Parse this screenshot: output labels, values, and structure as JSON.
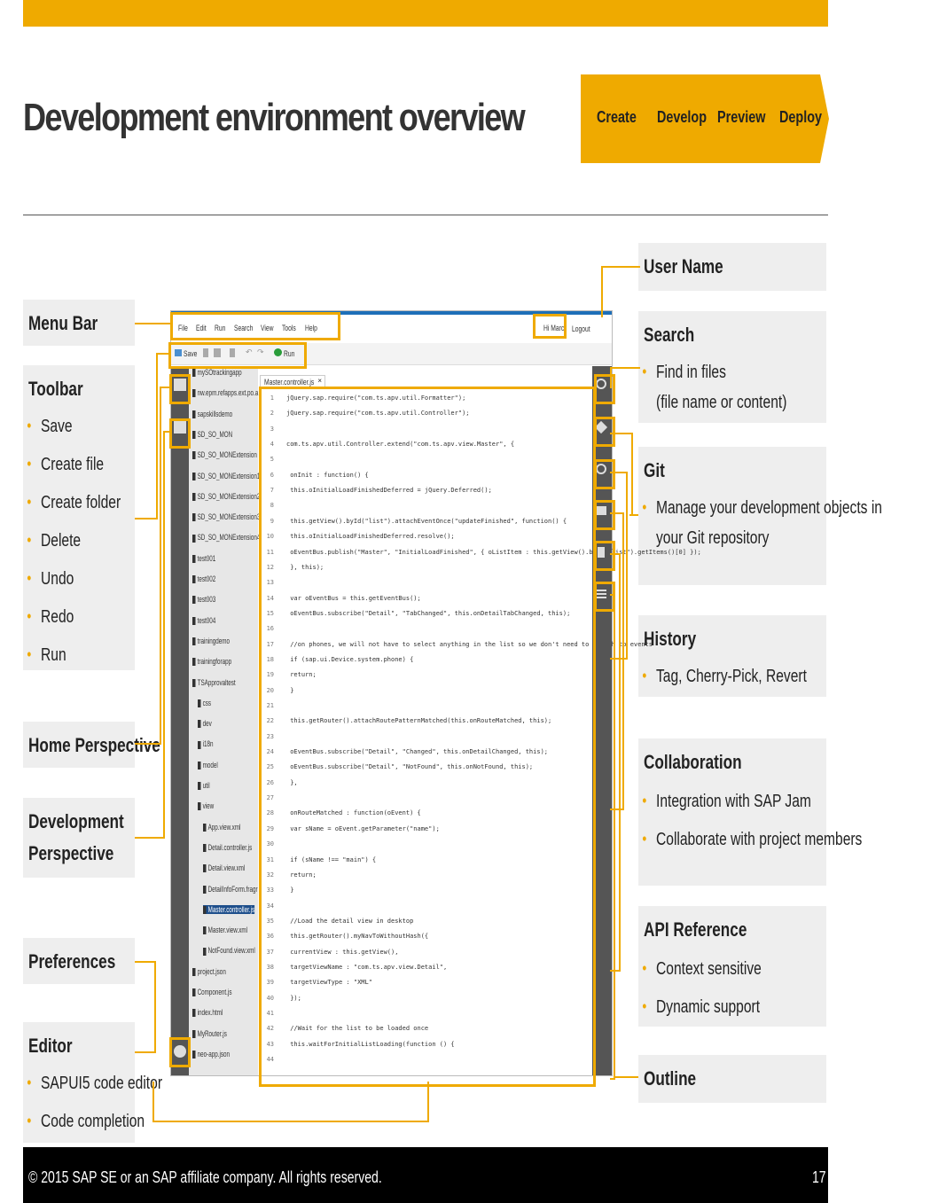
{
  "title": "Development environment overview",
  "steps": [
    "Create",
    "Develop",
    "Preview",
    "Deploy"
  ],
  "left_boxes": {
    "menu_bar": {
      "title": "Menu Bar"
    },
    "toolbar": {
      "title": "Toolbar",
      "items": [
        "Save",
        "Create file",
        "Create folder",
        "Delete",
        "Undo",
        "Redo",
        "Run"
      ]
    },
    "home_perspective": {
      "title": "Home Perspective"
    },
    "development_perspective": {
      "title_line1": "Development",
      "title_line2": "Perspective"
    },
    "preferences": {
      "title": "Preferences"
    },
    "editor": {
      "title": "Editor",
      "items": [
        "SAPUI5 code editor",
        "Code completion"
      ]
    }
  },
  "right_boxes": {
    "user_name": {
      "title": "User Name"
    },
    "search": {
      "title": "Search",
      "items": [
        "Find in files",
        "(file name or content)"
      ]
    },
    "git": {
      "title": "Git",
      "items": [
        "Manage your development objects in",
        "your Git repository"
      ]
    },
    "history": {
      "title": "History",
      "items": [
        "Tag, Cherry-Pick, Revert"
      ]
    },
    "collaboration": {
      "title": "Collaboration",
      "items": [
        "Integration with SAP Jam",
        "Collaborate with project members"
      ]
    },
    "api_reference": {
      "title": "API Reference",
      "items": [
        "Context sensitive",
        "Dynamic support"
      ]
    },
    "outline": {
      "title": "Outline"
    }
  },
  "ide": {
    "menu": [
      "File",
      "Edit",
      "Run",
      "Search",
      "View",
      "Tools",
      "Help"
    ],
    "user_greeting": "Hi Marc!",
    "logout": "Logout",
    "toolbar_save": "Save",
    "toolbar_run": "Run",
    "editor_tab": "Master.controller.js",
    "tree": [
      "mySOtrackingapp",
      "nw.epm.refapps.ext.po.a",
      "sapskillsdemo",
      "SD_SO_MON",
      "SD_SO_MONExtension",
      "SD_SO_MONExtension1",
      "SD_SO_MONExtension2",
      "SD_SO_MONExtension3",
      "SD_SO_MONExtension4",
      "test001",
      "test002",
      "test003",
      "test004",
      "trainingdemo",
      "trainingforapp",
      "TSApprovaltest",
      "css",
      "dev",
      "i18n",
      "model",
      "util",
      "view",
      "App.view.xml",
      "Detail.controller.js",
      "Detail.view.xml",
      "DetailInfoForm.fragr",
      "Master.controller.js",
      "Master.view.xml",
      "NotFound.view.xml",
      "project.json",
      "Component.js",
      "index.html",
      "MyRouter.js",
      "neo-app.json"
    ],
    "code": [
      "jQuery.sap.require(\"com.ts.apv.util.Formatter\");",
      "jQuery.sap.require(\"com.ts.apv.util.Controller\");",
      "",
      "com.ts.apv.util.Controller.extend(\"com.ts.apv.view.Master\", {",
      "",
      "  onInit : function() {",
      "    this.oInitialLoadFinishedDeferred = jQuery.Deferred();",
      "",
      "    this.getView().byId(\"list\").attachEventOnce(\"updateFinished\", function() {",
      "      this.oInitialLoadFinishedDeferred.resolve();",
      "      oEventBus.publish(\"Master\", \"InitialLoadFinished\", { oListItem : this.getView().byId(\"list\").getItems()[0] });",
      "    }, this);",
      "",
      "    var oEventBus = this.getEventBus();",
      "    oEventBus.subscribe(\"Detail\", \"TabChanged\", this.onDetailTabChanged, this);",
      "",
      "    //on phones, we will not have to select anything in the list so we don't need to attach to events",
      "    if (sap.ui.Device.system.phone) {",
      "      return;",
      "    }",
      "",
      "    this.getRouter().attachRoutePatternMatched(this.onRouteMatched, this);",
      "",
      "    oEventBus.subscribe(\"Detail\", \"Changed\", this.onDetailChanged, this);",
      "    oEventBus.subscribe(\"Detail\", \"NotFound\", this.onNotFound, this);",
      "  },",
      "",
      "  onRouteMatched : function(oEvent) {",
      "    var sName = oEvent.getParameter(\"name\");",
      "",
      "    if (sName !== \"main\") {",
      "      return;",
      "    }",
      "",
      "    //Load the detail view in desktop",
      "    this.getRouter().myNavToWithoutHash({",
      "      currentView : this.getView(),",
      "      targetViewName : \"com.ts.apv.view.Detail\",",
      "      targetViewType : \"XML\"",
      "    });",
      "",
      "    //Wait for the list to be loaded once",
      "    this.waitForInitialListLoading(function () {",
      ""
    ],
    "line_numbers": [
      "1",
      "2",
      "3",
      "4",
      "5",
      "6",
      "7",
      "8",
      "9",
      "10",
      "11",
      "12",
      "13",
      "14",
      "15",
      "16",
      "17",
      "18",
      "19",
      "20",
      "21",
      "22",
      "23",
      "24",
      "25",
      "26",
      "27",
      "28",
      "29",
      "30",
      "31",
      "32",
      "33",
      "34",
      "35",
      "36",
      "37",
      "38",
      "39",
      "40",
      "41",
      "42",
      "43",
      "44"
    ]
  },
  "footer": {
    "copyright": "© 2015 SAP SE or an SAP affiliate company. All rights reserved.",
    "page": "17"
  },
  "colors": {
    "accent": "#efaa00",
    "box_bg": "#eeeeee",
    "footer_bg": "#000000"
  }
}
